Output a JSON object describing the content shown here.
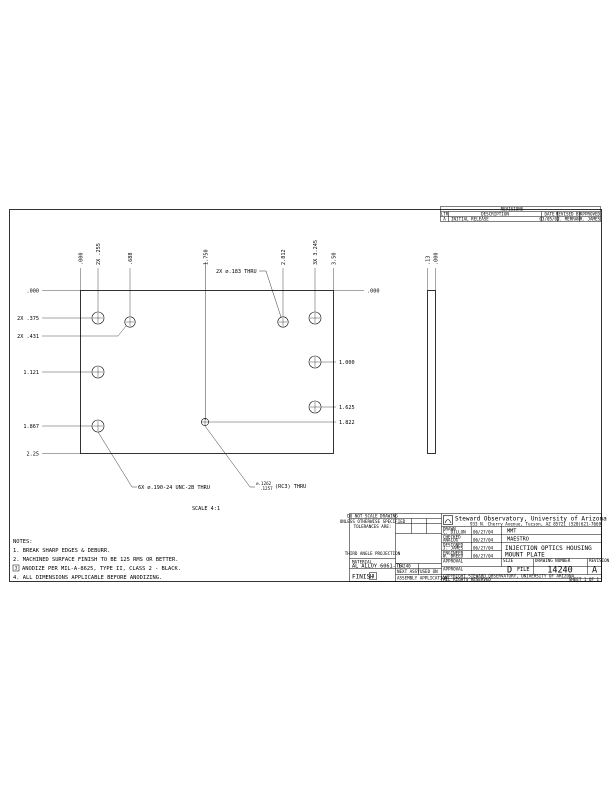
{
  "revisions": {
    "title": "REVISIONS",
    "headers": [
      "LTR",
      "DESCRIPTION",
      "DATE",
      "REVISED BY",
      "APPROVED"
    ],
    "row": [
      "A",
      "INITIAL RELEASE",
      "03/05/02",
      "J. MERRAN",
      "R. JAMES"
    ]
  },
  "dims": {
    "top": [
      ".000",
      "2X .255",
      ".688",
      "1.750",
      "2.812",
      "3X 3.245",
      "3.50"
    ],
    "top_right": ".000",
    "left": [
      ".000",
      "2X .375",
      "2X .431",
      "1.121",
      "1.867",
      "2.25"
    ],
    "right": [
      "1.000",
      "1.625",
      "1.822"
    ],
    "side_view": [
      ".13",
      ".000"
    ]
  },
  "callouts": {
    "thru_holes": "2X ⌀.183 THRU",
    "tapped_holes": "6X ⌀.190-24 UNC-2B THRU",
    "reamed_hole_a": "⌀.1262",
    "reamed_hole_b": ".1257",
    "reamed_hole_note": "(RC3) THRU"
  },
  "scale": "SCALE 4:1",
  "notes": {
    "heading": "NOTES:",
    "items": [
      "1. BREAK SHARP EDGES & DEBURR.",
      "2. MACHINED SURFACE FINISH TO BE 125 RMS OR BETTER.",
      "ANODIZE PER MIL-A-8625, TYPE II, CLASS 2 - BLACK.",
      "4. ALL DIMENSIONS APPLICABLE BEFORE ANODIZING."
    ],
    "flag": "3"
  },
  "title_block": {
    "tolerance_header": [
      "DO NOT SCALE DRAWING",
      "UNLESS OTHERWISE SPECIFIED",
      "TOLERANCES ARE:"
    ],
    "third_angle": [
      "THIRD ANGLE PROJECTION"
    ],
    "material_label": "MATERIAL",
    "material_value": "AL ALLOY 6061-T6",
    "finish_label": "FINISH",
    "finish_flag": "3",
    "qty_labels": [
      "QTY",
      "NEXT ASSY",
      "USED ON"
    ],
    "qty_row": [
      "14240",
      ""
    ],
    "assembly_label": "ASSEMBLY APPLICATION",
    "company": "Steward Observatory, University of Arizona",
    "address": "933 N. Cherry Avenue, Tucson, AZ  85721   (520)621-7669",
    "project_label": "MMT",
    "instrument": "MAESTRO",
    "roles": [
      "DRAWN",
      "CHECKED",
      "DESIGNED",
      "ENGINEER",
      "APPROVAL",
      "APPROVAL"
    ],
    "names": [
      "C. DILLON",
      "ANALOG",
      "J. JAMES",
      "W. BREED",
      "",
      ""
    ],
    "dates": [
      "06/27/04",
      "06/27/04",
      "06/27/04",
      "06/27/04",
      "",
      ""
    ],
    "title_line1": "INJECTION OPTICS HOUSING",
    "title_line2": "MOUNT PLATE",
    "size_label": "SIZE",
    "size_value": "D",
    "file_label": "FILE",
    "dwg_label": "DRAWING NUMBER",
    "dwg_value": "14240",
    "rev_label": "REVISION",
    "rev_value": "A",
    "sheet": "SHEET 1 OF 1",
    "footer1": "COPYRIGHT STEWARD OBSERVATORY, UNIVERSITY OF ARIZONA",
    "footer2": "ALL RIGHTS RESERVED"
  }
}
